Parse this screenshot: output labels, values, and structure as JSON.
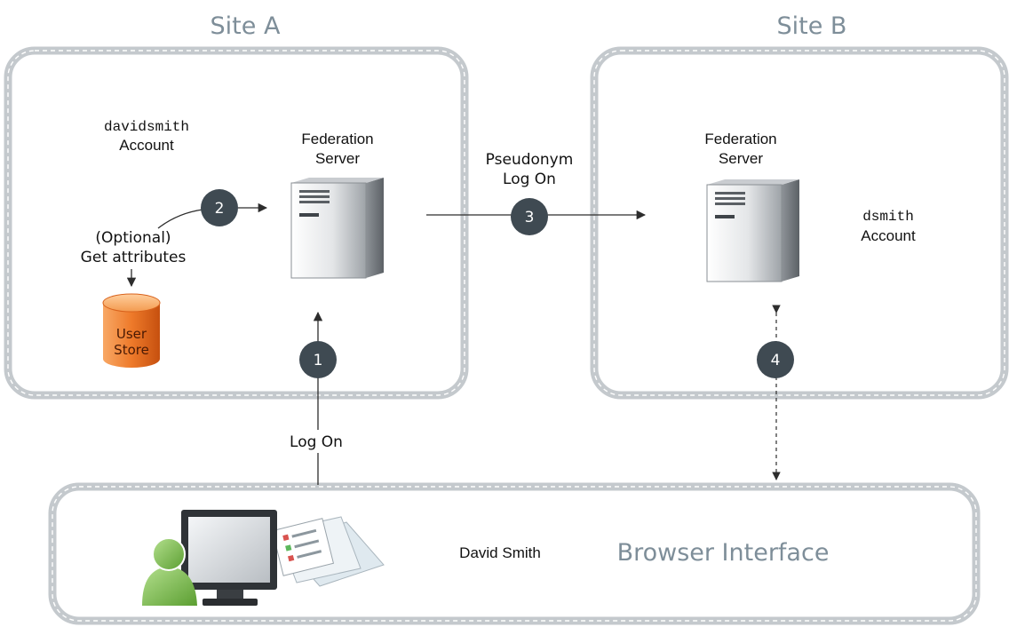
{
  "site_a": {
    "title": "Site A",
    "account_id": "davidsmith",
    "account_word": "Account",
    "server_line1": "Federation",
    "server_line2": "Server",
    "optional_line1": "(Optional)",
    "optional_line2": "Get attributes",
    "store_line1": "User",
    "store_line2": "Store"
  },
  "site_b": {
    "title": "Site B",
    "account_id": "dsmith",
    "account_word": "Account",
    "server_line1": "Federation",
    "server_line2": "Server"
  },
  "flow": {
    "pseudonym_line1": "Pseudonym",
    "pseudonym_line2": "Log On",
    "log_on": "Log On"
  },
  "steps": [
    "1",
    "2",
    "3",
    "4"
  ],
  "browser": {
    "user_name": "David Smith",
    "title": "Browser Interface"
  },
  "colors": {
    "box_border": "#bcc2c6",
    "title_text": "#7e8e99",
    "step_badge": "#3f4a52",
    "store_orange": "#e96a1a",
    "user_green": "#76b54a"
  }
}
